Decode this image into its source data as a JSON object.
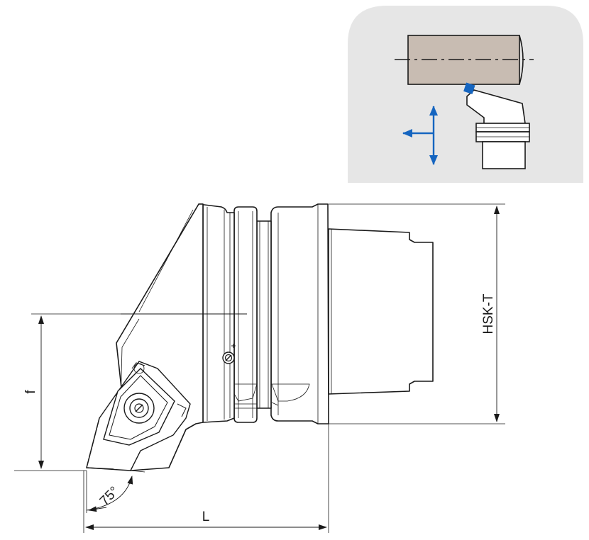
{
  "labels": {
    "f": "f",
    "hsk": "HSK-T",
    "length": "L",
    "angle": "75°"
  },
  "colors": {
    "inset_background": "#e6e6e6",
    "workpiece_fill": "#c8bcb2",
    "feed_arrow": "#1565c0",
    "insert_highlight": "#1565c0",
    "ink": "#1a1a1a"
  },
  "icons": {
    "feed_direction": "feed-direction-arrows-icon"
  }
}
